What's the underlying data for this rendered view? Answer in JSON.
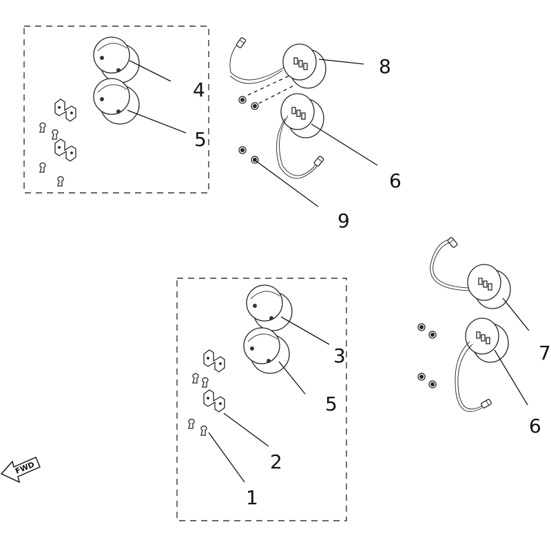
{
  "diagram": {
    "labels": {
      "n1": "1",
      "n2": "2",
      "n3": "3",
      "n4": "4",
      "n5a": "5",
      "n5b": "5",
      "n6a": "6",
      "n6b": "6",
      "n7": "7",
      "n8": "8",
      "n9": "9"
    },
    "fwd_arrow": "FWD"
  }
}
